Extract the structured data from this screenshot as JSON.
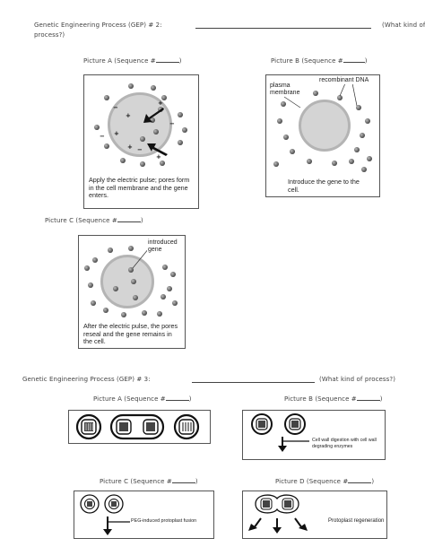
{
  "gep2": {
    "title": "Genetic Engineering Process (GEP) # 2:",
    "kind_question": "(What kind of",
    "kind_question_cont": "process?)",
    "picture_a": {
      "label": "Picture A   (Sequence #",
      "close": ")",
      "caption": "Apply the electric pulse; pores form in the cell membrane and the gene enters."
    },
    "picture_b": {
      "label": "Picture B   (Sequence #",
      "close": ")",
      "caption": "Introduce the gene to the cell.",
      "recombinant_label": "recombinant DNA",
      "plasma_label": "plasma membrane"
    },
    "picture_c": {
      "label": "Picture C  (Sequence #",
      "close": ")",
      "caption": "After the electric pulse, the pores reseal and the gene remains in the cell.",
      "introduced_label": "introduced gene"
    }
  },
  "gep3": {
    "title": "Genetic  Engineering  Process  (GEP)  #  3:",
    "kind_question": "(What kind of process?)",
    "picture_a": {
      "label": "Picture A   (Sequence #",
      "close": ")"
    },
    "picture_b": {
      "label": "Picture B   (Sequence #",
      "close": ")",
      "caption": "Cell wall digestion with cell wall degrading enzymes"
    },
    "picture_c": {
      "label": "Picture C   (Sequence #",
      "close": ")",
      "caption": "PEG-induced protoplast fusion"
    },
    "picture_d": {
      "label": "Picture D   (Sequence #",
      "close": ")",
      "caption": "Protoplast regeneration"
    }
  },
  "signs": {
    "plus": "+",
    "minus": "−"
  }
}
